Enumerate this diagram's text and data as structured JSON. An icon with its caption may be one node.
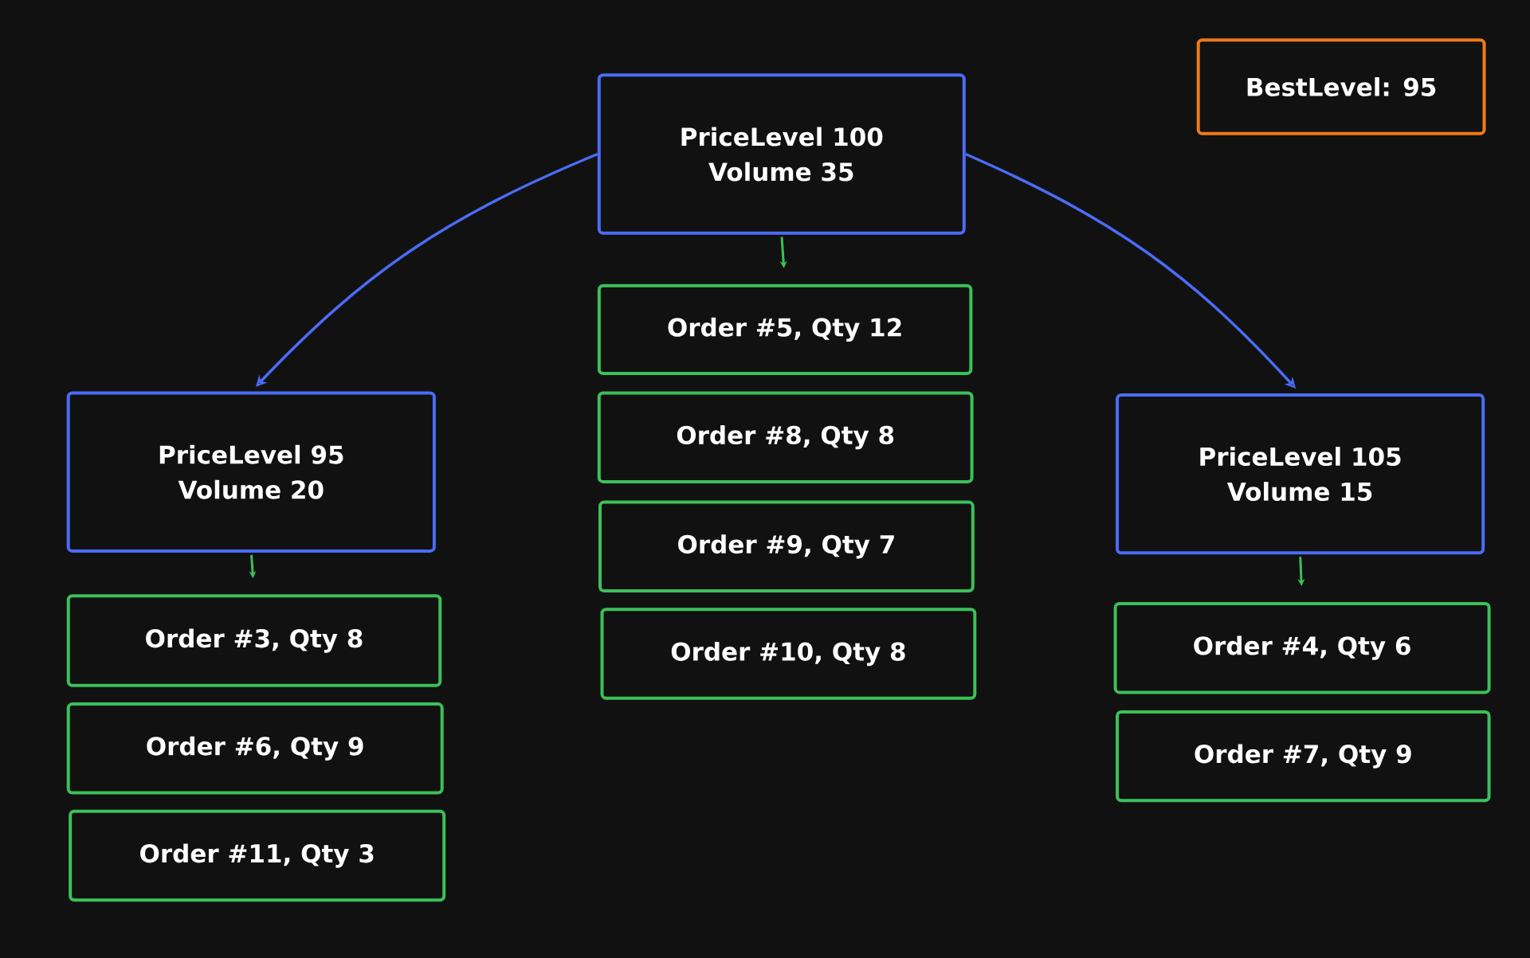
{
  "diagram": {
    "nodes": [
      {
        "text": [
          "PriceLevel 100",
          "Volume 35"
        ]
      },
      {
        "text": [
          "BestLevel: 95"
        ]
      },
      {
        "text": [
          "PriceLevel 95",
          "Volume 20"
        ]
      },
      {
        "text": [
          "PriceLevel 105",
          "Volume 15"
        ]
      },
      {
        "text": [
          "Order #5, Qty 12"
        ]
      },
      {
        "text": [
          "Order #8, Qty 8"
        ]
      },
      {
        "text": [
          "Order #9, Qty 7"
        ]
      },
      {
        "text": [
          "Order #10, Qty 8"
        ]
      },
      {
        "text": [
          "Order #3, Qty 8"
        ]
      },
      {
        "text": [
          "Order #6, Qty 9"
        ]
      },
      {
        "text": [
          "Order #11, Qty 3"
        ]
      },
      {
        "text": [
          "Order #4, Qty 6"
        ]
      },
      {
        "text": [
          "Order #7, Qty 9"
        ]
      }
    ],
    "edges": [
      {
        "from": 0,
        "to": 2,
        "arrow": "to",
        "color": "#4a6cf7"
      },
      {
        "from": 0,
        "to": 3,
        "arrow": "to",
        "color": "#4a6cf7"
      },
      {
        "from": 0,
        "to": 4,
        "arrow": "to"
      },
      {
        "from": 2,
        "to": 8,
        "arrow": "to"
      },
      {
        "from": 3,
        "to": 11,
        "arrow": "to"
      }
    ]
  }
}
